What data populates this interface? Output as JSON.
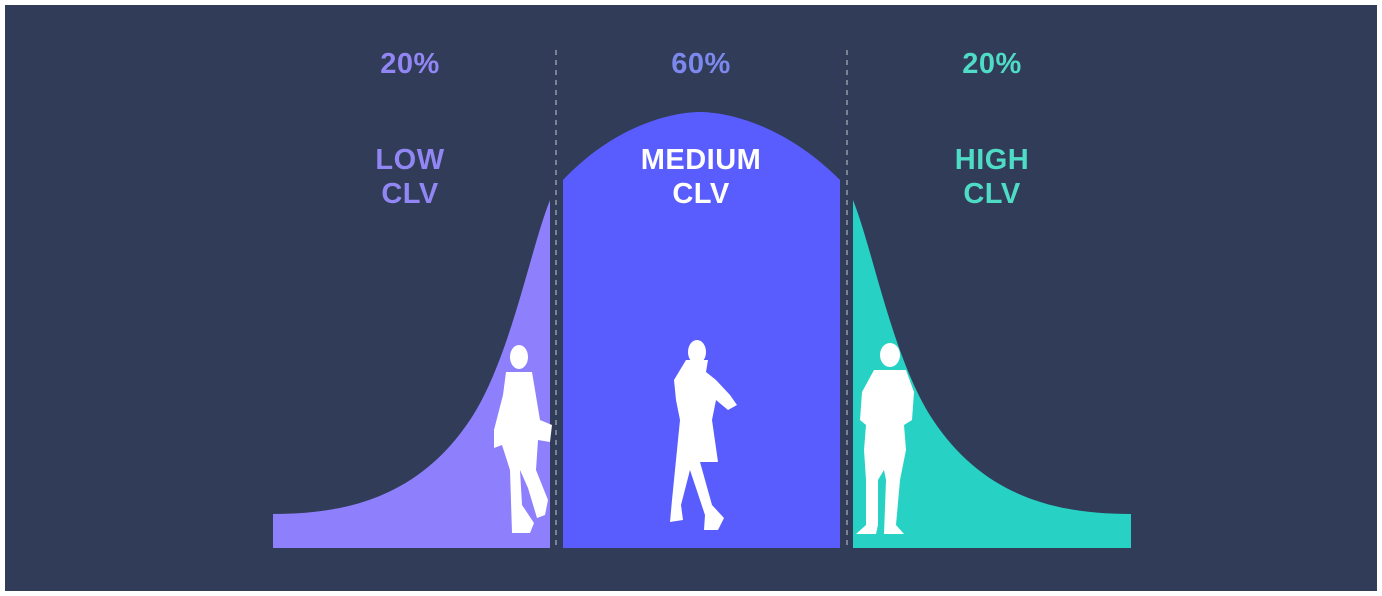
{
  "colors": {
    "background": "#313c59",
    "low": "#8e7ffc",
    "medium": "#5a5dfd",
    "high": "#27d1c4",
    "divider": "#7a8294"
  },
  "segments": {
    "low": {
      "percent": "20%",
      "line1": "LOW",
      "line2": "CLV",
      "figure": "man-leaning-silhouette-icon"
    },
    "medium": {
      "percent": "60%",
      "line1": "MEDIUM",
      "line2": "CLV",
      "figure": "woman-posing-silhouette-icon"
    },
    "high": {
      "percent": "20%",
      "line1": "HIGH",
      "line2": "CLV",
      "figure": "man-arms-crossed-silhouette-icon"
    }
  }
}
